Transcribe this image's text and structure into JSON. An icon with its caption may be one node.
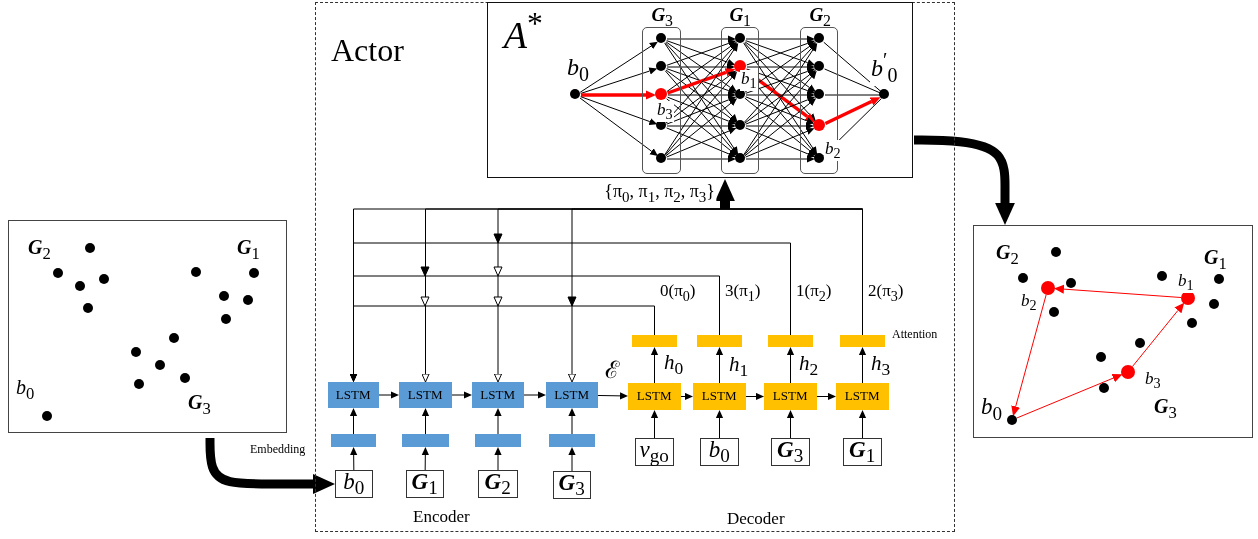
{
  "diagram": {
    "nodes": [
      {
        "text": [
          "**G**$_{2}$",
          "**G**$_{1}$",
          "*b*$_{0}$",
          "**G**$_{3}$"
        ]
      },
      {
        "text": [
          "Actor"
        ]
      },
      {
        "text": [
          "*A*$^{*}$"
        ],
        "in": 1
      },
      {
        "text": [
          "**G**$_{3}$"
        ],
        "in": 2
      },
      {
        "text": [
          "**G**$_{1}$"
        ],
        "in": 2
      },
      {
        "text": [
          "**G**$_{2}$"
        ],
        "in": 2
      },
      {
        "text": [],
        "shape": "circle",
        "beside": [
          "*b*$_{0}$"
        ],
        "in": 2
      },
      {
        "text": [],
        "shape": "circle",
        "in": 3
      },
      {
        "text": [],
        "shape": "circle",
        "in": 3
      },
      {
        "text": [],
        "shape": "circle",
        "beside": [
          "*b*$_{3}$"
        ],
        "in": 3
      },
      {
        "text": [],
        "shape": "circle",
        "in": 3
      },
      {
        "text": [],
        "shape": "circle",
        "in": 3
      },
      {
        "text": [],
        "shape": "circle",
        "in": 4
      },
      {
        "text": [],
        "shape": "circle",
        "beside": [
          "*b*$_{1}$"
        ],
        "in": 4
      },
      {
        "text": [],
        "shape": "circle",
        "in": 4
      },
      {
        "text": [],
        "shape": "circle",
        "in": 4
      },
      {
        "text": [],
        "shape": "circle",
        "in": 4
      },
      {
        "text": [],
        "shape": "circle",
        "in": 5
      },
      {
        "text": [],
        "shape": "circle",
        "in": 5
      },
      {
        "text": [],
        "shape": "circle",
        "in": 5
      },
      {
        "text": [],
        "shape": "circle",
        "beside": [
          "*b*$_{2}$"
        ],
        "in": 5
      },
      {
        "text": [],
        "shape": "circle",
        "in": 5
      },
      {
        "text": [],
        "shape": "circle",
        "beside": [
          "*b*$^{′}$$_{0}$"
        ],
        "in": 2
      },
      {
        "text": [
          "LSTM"
        ],
        "in": 1
      },
      {
        "text": [
          "LSTM"
        ],
        "in": 1
      },
      {
        "text": [
          "LSTM"
        ],
        "in": 1
      },
      {
        "text": [
          "LSTM"
        ],
        "in": 1
      },
      {
        "text": [],
        "shape": "bar",
        "in": 1
      },
      {
        "text": [],
        "shape": "bar",
        "in": 1
      },
      {
        "text": [],
        "shape": "bar",
        "in": 1
      },
      {
        "text": [],
        "shape": "bar",
        "in": 1
      },
      {
        "text": [
          "*b*$_{0}$"
        ],
        "in": 1
      },
      {
        "text": [
          "**G**$_{1}$"
        ],
        "in": 1
      },
      {
        "text": [
          "**G**$_{2}$"
        ],
        "in": 1
      },
      {
        "text": [
          "**G**$_{3}$"
        ],
        "in": 1
      },
      {
        "text": [
          "LSTM"
        ],
        "in": 1
      },
      {
        "text": [
          "LSTM"
        ],
        "in": 1
      },
      {
        "text": [
          "LSTM"
        ],
        "in": 1
      },
      {
        "text": [
          "LSTM"
        ],
        "in": 1
      },
      {
        "text": [],
        "shape": "bar",
        "in": 1
      },
      {
        "text": [],
        "shape": "bar",
        "in": 1
      },
      {
        "text": [],
        "shape": "bar",
        "in": 1
      },
      {
        "text": [],
        "shape": "bar",
        "in": 1
      },
      {
        "text": [
          "*v*$_{go}$"
        ],
        "in": 1
      },
      {
        "text": [
          "*b*$_{0}$"
        ],
        "in": 1
      },
      {
        "text": [
          "**G**$_{3}$"
        ],
        "in": 1
      },
      {
        "text": [
          "**G**$_{1}$"
        ],
        "in": 1
      },
      {
        "text": [
          "**G**$_{2}$",
          "**G**$_{1}$",
          "**G**$_{3}$"
        ]
      },
      {
        "text": [],
        "shape": "circle",
        "beside": [
          "*b*$_{0}$"
        ],
        "in": 47
      },
      {
        "text": [],
        "shape": "circle",
        "beside": [
          "*b*$_{3}$"
        ],
        "in": 47
      },
      {
        "text": [],
        "shape": "circle",
        "beside": [
          "*b*$_{1}$"
        ],
        "in": 47
      },
      {
        "text": [],
        "shape": "circle",
        "beside": [
          "*b*$_{2}$"
        ],
        "in": 47
      }
    ],
    "edges": [
      {
        "from": 6,
        "to": 7,
        "arrow": "to"
      },
      {
        "from": 6,
        "to": 8,
        "arrow": "to"
      },
      {
        "from": 6,
        "to": 9,
        "arrow": "to",
        "style": "thick",
        "color": "#ff0000"
      },
      {
        "from": 6,
        "to": 10,
        "arrow": "to"
      },
      {
        "from": 6,
        "to": 11,
        "arrow": "to"
      },
      {
        "from": 7,
        "to": 12,
        "arrow": "to"
      },
      {
        "from": 7,
        "to": 13,
        "arrow": "to"
      },
      {
        "from": 7,
        "to": 14,
        "arrow": "to"
      },
      {
        "from": 7,
        "to": 15,
        "arrow": "to"
      },
      {
        "from": 7,
        "to": 16,
        "arrow": "to"
      },
      {
        "from": 8,
        "to": 12,
        "arrow": "to"
      },
      {
        "from": 8,
        "to": 13,
        "arrow": "to"
      },
      {
        "from": 8,
        "to": 14,
        "arrow": "to"
      },
      {
        "from": 8,
        "to": 15,
        "arrow": "to"
      },
      {
        "from": 8,
        "to": 16,
        "arrow": "to"
      },
      {
        "from": 9,
        "to": 12,
        "arrow": "to"
      },
      {
        "from": 9,
        "to": 13,
        "arrow": "to",
        "style": "thick",
        "color": "#ff0000"
      },
      {
        "from": 9,
        "to": 14,
        "arrow": "to"
      },
      {
        "from": 9,
        "to": 15,
        "arrow": "to"
      },
      {
        "from": 9,
        "to": 16,
        "arrow": "to"
      },
      {
        "from": 10,
        "to": 12,
        "arrow": "to"
      },
      {
        "from": 10,
        "to": 13,
        "arrow": "to"
      },
      {
        "from": 10,
        "to": 14,
        "arrow": "to"
      },
      {
        "from": 10,
        "to": 15,
        "arrow": "to"
      },
      {
        "from": 10,
        "to": 16,
        "arrow": "to"
      },
      {
        "from": 11,
        "to": 12,
        "arrow": "to"
      },
      {
        "from": 11,
        "to": 13,
        "arrow": "to"
      },
      {
        "from": 11,
        "to": 14,
        "arrow": "to"
      },
      {
        "from": 11,
        "to": 15,
        "arrow": "to"
      },
      {
        "from": 11,
        "to": 16,
        "arrow": "to"
      },
      {
        "from": 12,
        "to": 17,
        "arrow": "to"
      },
      {
        "from": 12,
        "to": 18,
        "arrow": "to"
      },
      {
        "from": 12,
        "to": 19,
        "arrow": "to"
      },
      {
        "from": 12,
        "to": 20,
        "arrow": "to"
      },
      {
        "from": 12,
        "to": 21,
        "arrow": "to"
      },
      {
        "from": 13,
        "to": 17,
        "arrow": "to"
      },
      {
        "from": 13,
        "to": 18,
        "arrow": "to"
      },
      {
        "from": 13,
        "to": 19,
        "arrow": "to"
      },
      {
        "from": 13,
        "to": 20,
        "arrow": "to",
        "style": "thick",
        "color": "#ff0000"
      },
      {
        "from": 13,
        "to": 21,
        "arrow": "to"
      },
      {
        "from": 14,
        "to": 17,
        "arrow": "to"
      },
      {
        "from": 14,
        "to": 18,
        "arrow": "to"
      },
      {
        "from": 14,
        "to": 19,
        "arrow": "to"
      },
      {
        "from": 14,
        "to": 20,
        "arrow": "to"
      },
      {
        "from": 14,
        "to": 21,
        "arrow": "to"
      },
      {
        "from": 15,
        "to": 17,
        "arrow": "to"
      },
      {
        "from": 15,
        "to": 18,
        "arrow": "to"
      },
      {
        "from": 15,
        "to": 19,
        "arrow": "to"
      },
      {
        "from": 15,
        "to": 20,
        "arrow": "to"
      },
      {
        "from": 15,
        "to": 21,
        "arrow": "to"
      },
      {
        "from": 16,
        "to": 17,
        "arrow": "to"
      },
      {
        "from": 16,
        "to": 18,
        "arrow": "to"
      },
      {
        "from": 16,
        "to": 19,
        "arrow": "to"
      },
      {
        "from": 16,
        "to": 20,
        "arrow": "to"
      },
      {
        "from": 16,
        "to": 21,
        "arrow": "to"
      },
      {
        "from": 17,
        "to": 22,
        "arrow": "none"
      },
      {
        "from": 18,
        "to": 22,
        "arrow": "none"
      },
      {
        "from": 19,
        "to": 22,
        "arrow": "none"
      },
      {
        "from": 20,
        "to": 22,
        "arrow": "to",
        "style": "thick",
        "color": "#ff0000"
      },
      {
        "from": 21,
        "to": 22,
        "arrow": "none"
      },
      {
        "from": 31,
        "to": 27,
        "arrow": "to"
      },
      {
        "from": 32,
        "to": 28,
        "arrow": "to"
      },
      {
        "from": 33,
        "to": 29,
        "arrow": "to"
      },
      {
        "from": 34,
        "to": 30,
        "arrow": "to"
      },
      {
        "from": 27,
        "to": 23,
        "arrow": "to"
      },
      {
        "from": 28,
        "to": 24,
        "arrow": "to"
      },
      {
        "from": 29,
        "to": 25,
        "arrow": "to"
      },
      {
        "from": 30,
        "to": 26,
        "arrow": "to"
      },
      {
        "from": 23,
        "to": 24,
        "arrow": "to"
      },
      {
        "from": 24,
        "to": 25,
        "arrow": "to"
      },
      {
        "from": 25,
        "to": 26,
        "arrow": "to"
      },
      {
        "from": 26,
        "to": 35,
        "arrow": "to",
        "label": "ℰ"
      },
      {
        "from": 35,
        "to": 36,
        "arrow": "to"
      },
      {
        "from": 36,
        "to": 37,
        "arrow": "to"
      },
      {
        "from": 37,
        "to": 38,
        "arrow": "to"
      },
      {
        "from": 43,
        "to": 35,
        "arrow": "to"
      },
      {
        "from": 44,
        "to": 36,
        "arrow": "to"
      },
      {
        "from": 45,
        "to": 37,
        "arrow": "to"
      },
      {
        "from": 46,
        "to": 38,
        "arrow": "to"
      },
      {
        "from": 35,
        "to": 39,
        "arrow": "to",
        "label": "*h*$_{0}$"
      },
      {
        "from": 36,
        "to": 40,
        "arrow": "to",
        "label": "*h*$_{1}$"
      },
      {
        "from": 37,
        "to": 41,
        "arrow": "to",
        "label": "*h*$_{2}$"
      },
      {
        "from": 38,
        "to": 42,
        "arrow": "to",
        "label": "*h*$_{3}$"
      },
      {
        "from": 39,
        "to": 23,
        "arrow": "to",
        "label": "0(π$_{0}$)"
      },
      {
        "from": 40,
        "to": 23,
        "arrow": "to",
        "label": "3(π$_{1}$)"
      },
      {
        "from": 41,
        "to": 23,
        "arrow": "to",
        "label": "1(π$_{2}$)"
      },
      {
        "from": 42,
        "to": 23,
        "arrow": "to",
        "label": "2(π$_{3}$)"
      },
      {
        "from": 42,
        "to": 24,
        "arrow": "to"
      },
      {
        "from": 42,
        "to": 25,
        "arrow": "to"
      },
      {
        "from": 42,
        "to": 26,
        "arrow": "to"
      },
      {
        "from": null,
        "to": 2,
        "arrow": "to",
        "style": "thick",
        "label": "{π$_{0}$, π$_{1}$, π$_{2}$, π$_{3}$}"
      },
      {
        "from": 0,
        "to": 31,
        "arrow": "to",
        "style": "thick"
      },
      {
        "from": 2,
        "to": 47,
        "arrow": "to",
        "style": "thick"
      },
      {
        "from": 48,
        "to": 49,
        "arrow": "to",
        "color": "#ff0000"
      },
      {
        "from": 49,
        "to": 50,
        "arrow": "to",
        "color": "#ff0000"
      },
      {
        "from": 50,
        "to": 51,
        "arrow": "to",
        "color": "#ff0000"
      },
      {
        "from": 51,
        "to": 48,
        "arrow": "to",
        "color": "#ff0000"
      }
    ],
    "labels": [
      "Embedding",
      "Attention",
      "Encoder",
      "Decoder"
    ]
  }
}
